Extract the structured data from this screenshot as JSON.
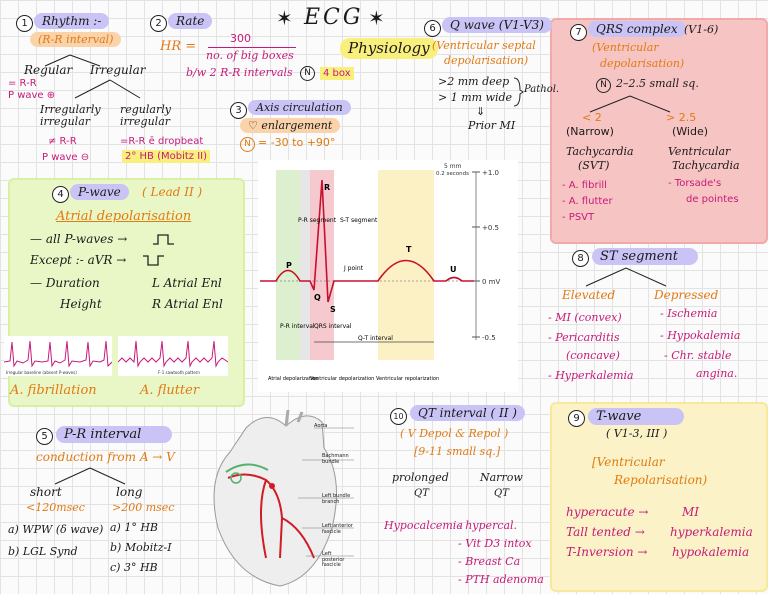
{
  "title": {
    "star_left": "✶",
    "line1": "ECG",
    "star_right": "✶",
    "line2": "Physiology"
  },
  "s1": {
    "num": "1",
    "heading": "Rhythm :-",
    "sub": "(R-R interval)",
    "regular": "Regular",
    "irregular": "Irregular",
    "rr_eq": "= R-R",
    "pwave_plus": "P wave ⊕",
    "irr_irr": "Irregularly irregular",
    "reg_irr": "regularly irregular",
    "ne_rr": "≠ R-R",
    "pwave_minus": "P wave ⊖",
    "eq_rr_drop": "=R-R ē dropbeat",
    "mobitz": "2° HB (Mobitz II)"
  },
  "s2": {
    "num": "2",
    "heading": "Rate",
    "hr": "HR =",
    "numerator": "300",
    "denominator": "no. of big boxes",
    "between": "b/w 2 R-R intervals",
    "n": "N",
    "four_box": "4 box"
  },
  "s3": {
    "num": "3",
    "heading": "Axis circulation",
    "sub": "♡ enlargement",
    "n": "N",
    "range": "= -30 to +90°"
  },
  "s4": {
    "num": "4",
    "heading": "P-wave",
    "lead": "( Lead II )",
    "sub": "Atrial depolarisation",
    "l1": "— all P-waves →",
    "l2": "Except :- aVR →",
    "l3": "— Duration",
    "l3b": "L Atrial Enl",
    "l4": "Height",
    "l4b": "R Atrial Enl",
    "cap1": "A. fibrillation",
    "cap2": "A. flutter",
    "strip1_note": "Irregular baseline (absent P-waves)",
    "strip2_note": "F-1 sawtooth pattern"
  },
  "s5": {
    "num": "5",
    "heading": "P-R interval",
    "sub": "conduction from A → V",
    "short": "short",
    "short_val": "<120msec",
    "long": "long",
    "long_val": ">200 msec",
    "a1": "a)  WPW (δ wave)",
    "b1": "b)  LGL Synd",
    "a2": "a)  1° HB",
    "b2": "b)  Mobitz-I",
    "c2": "c)  3° HB"
  },
  "s6": {
    "num": "6",
    "heading": "Q wave (V1-V3)",
    "sub1": "(Ventricular septal",
    "sub2": "depolarisation)",
    "l1": ">2 mm deep",
    "l2": "> 1 mm wide",
    "pathol": "Pathol.",
    "result": "Prior MI"
  },
  "s7": {
    "num": "7",
    "heading": "QRS complex",
    "leads": "(V1-6)",
    "sub1": "(Ventricular",
    "sub2": "depolarisation)",
    "n": "N",
    "normal": "2–2.5 small sq.",
    "lt": "< 2",
    "lt_label": "(Narrow)",
    "gt": "> 2.5",
    "gt_label": "(Wide)",
    "svt1": "Tachycardia",
    "svt2": "(SVT)",
    "vt1": "Ventricular",
    "vt2": "Tachycardia",
    "n1": "- A. fibrill",
    "n2": "- A. flutter",
    "n3": "- PSVT",
    "w1": "- Torsade's",
    "w2": "de pointes"
  },
  "s8": {
    "num": "8",
    "heading": "ST segment",
    "elevated": "Elevated",
    "depressed": "Depressed",
    "e1": "- MI (convex)",
    "e2": "- Pericarditis",
    "e3": "(concave)",
    "e4": "- Hyperkalemia",
    "d1": "- Ischemia",
    "d2": "- Hypokalemia",
    "d3": "- Chr. stable",
    "d4": "angina."
  },
  "s9": {
    "num": "9",
    "heading": "T-wave",
    "leads": "( V1-3, III )",
    "sub1": "[Ventricular",
    "sub2": "Repolarisation)",
    "l1a": "hyperacute →",
    "l1b": "MI",
    "l2a": "Tall tented →",
    "l2b": "hyperkalemia",
    "l3a": "T-Inversion →",
    "l3b": "hypokalemia"
  },
  "s10": {
    "num": "10",
    "heading": "QT interval ( II )",
    "sub1": "( V Depol & Repol )",
    "sub2": "[9-11 small sq.]",
    "prolonged": "prolonged",
    "narrow": "Narrow",
    "qt": "QT",
    "hypo": "Hypocalcemia",
    "h1": "- hypercal.",
    "h2": "- Vit D3 intox",
    "h3": "- Breast Ca",
    "h4": "- PTH adenoma"
  },
  "ecg": {
    "scale": "5 mm",
    "scale_sub": "0.2 seconds",
    "y1": "+1.0",
    "y2": "+0.5",
    "y3": "0 mV",
    "y4": "-0.5",
    "R": "R",
    "P": "P",
    "Q": "Q",
    "S": "S",
    "T": "T",
    "U": "U",
    "pr_seg": "P-R segment",
    "st_seg": "S-T segment",
    "jpoint": "J point",
    "pr_int": "P-R interval",
    "qrs_int": "QRS interval",
    "qt_int": "Q-T interval",
    "atrial": "Atrial depolarization",
    "vent_d": "Ventricular depolarization",
    "vent_r": "Ventricular repolarization"
  },
  "heart": {
    "aorta": "Aorta",
    "bach": "Bachmann bundle",
    "lbb": "Left bundle branch",
    "lafas": "Left anterior fascicle",
    "lpfas": "Left posterior fascicle"
  },
  "colors": {
    "lavender": "#c9c4f5",
    "peach": "#fbd3ab",
    "orange": "#e07a12",
    "pink": "#c61a78",
    "green_box": "#e9f7c6",
    "red_box": "#f7c4c4",
    "yellow_box": "#fbf3c7"
  }
}
